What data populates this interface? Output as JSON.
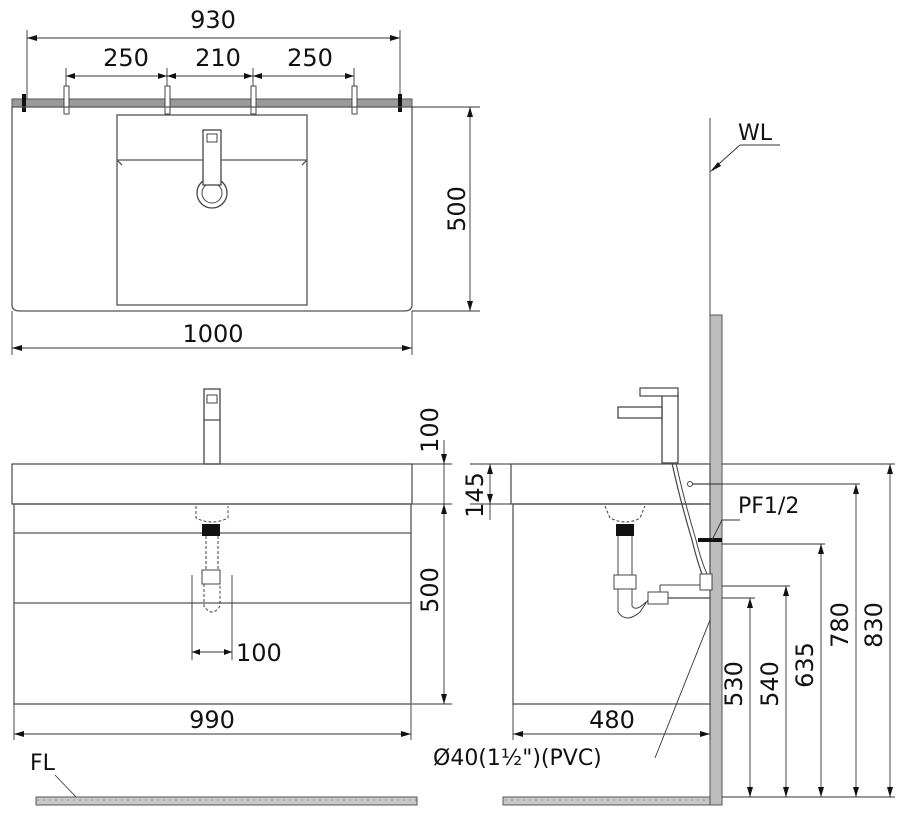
{
  "plan_view": {
    "dims": {
      "overall_top": "930",
      "seg_left": "250",
      "seg_mid": "210",
      "seg_right": "250",
      "depth": "500",
      "overall_width": "1000"
    }
  },
  "front_view": {
    "dims": {
      "faucet_height": "100",
      "cabinet_height": "500",
      "drain_offset": "100",
      "cabinet_width": "990"
    },
    "floor_label": "FL"
  },
  "side_view": {
    "dims": {
      "top_thickness": "145",
      "pipe_thread": "PF1/2",
      "depth": "480",
      "pipe_diameter": "Ø40(1½\")(PVC)",
      "h530": "530",
      "h540": "540",
      "h635": "635",
      "h780": "780",
      "h830": "830"
    },
    "wall_label": "WL"
  },
  "colors": {
    "line": "#222222",
    "hatch": "#bdbdbd"
  }
}
